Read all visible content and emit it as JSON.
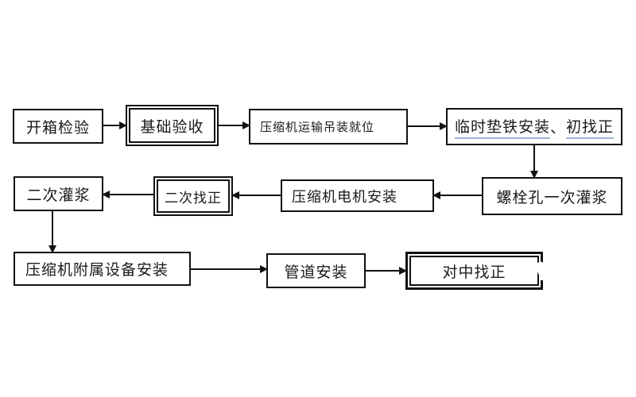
{
  "flowchart": {
    "diagram_type": "flowchart",
    "language": "zh-CN",
    "background_color": "#ffffff",
    "line_color": "#111111",
    "underline_color": "#9cb2d8",
    "nodes": [
      {
        "id": "unboxing-inspection",
        "label": "开箱检验",
        "border": "single"
      },
      {
        "id": "foundation-acceptance",
        "label": "基础验收",
        "border": "double"
      },
      {
        "id": "compressor-transport-hoisting",
        "label": "压缩机运输吊装就位",
        "border": "single"
      },
      {
        "id": "temp-shim-initial-alignment",
        "label": "临时垫铁安装、初找正",
        "border": "single",
        "parts": [
          "临时垫铁安装",
          "、",
          "初找正"
        ],
        "underlined_parts": [
          0,
          2
        ]
      },
      {
        "id": "bolt-hole-first-grouting",
        "label": "螺栓孔一次灌浆",
        "border": "single"
      },
      {
        "id": "compressor-motor-installation",
        "label": "压缩机电机安装",
        "border": "single"
      },
      {
        "id": "secondary-alignment",
        "label": "二次找正",
        "border": "double"
      },
      {
        "id": "secondary-grouting",
        "label": "二次灌浆",
        "border": "single"
      },
      {
        "id": "auxiliary-equipment-installation",
        "label": "压缩机附属设备安装",
        "border": "single"
      },
      {
        "id": "pipeline-installation",
        "label": "管道安装",
        "border": "single"
      },
      {
        "id": "centering-alignment",
        "label": "对中找正",
        "border": "double-bold"
      }
    ],
    "edges": [
      {
        "from": "开箱检验",
        "to": "基础验收",
        "direction": "right"
      },
      {
        "from": "基础验收",
        "to": "压缩机运输吊装就位",
        "direction": "right"
      },
      {
        "from": "压缩机运输吊装就位",
        "to": "临时垫铁安装、初找正",
        "direction": "right"
      },
      {
        "from": "临时垫铁安装、初找正",
        "to": "螺栓孔一次灌浆",
        "direction": "down"
      },
      {
        "from": "螺栓孔一次灌浆",
        "to": "压缩机电机安装",
        "direction": "left"
      },
      {
        "from": "压缩机电机安装",
        "to": "二次找正",
        "direction": "left"
      },
      {
        "from": "二次找正",
        "to": "二次灌浆",
        "direction": "left"
      },
      {
        "from": "二次灌浆",
        "to": "压缩机附属设备安装",
        "direction": "down"
      },
      {
        "from": "压缩机附属设备安装",
        "to": "管道安装",
        "direction": "right"
      },
      {
        "from": "管道安装",
        "to": "对中找正",
        "direction": "right"
      }
    ]
  }
}
